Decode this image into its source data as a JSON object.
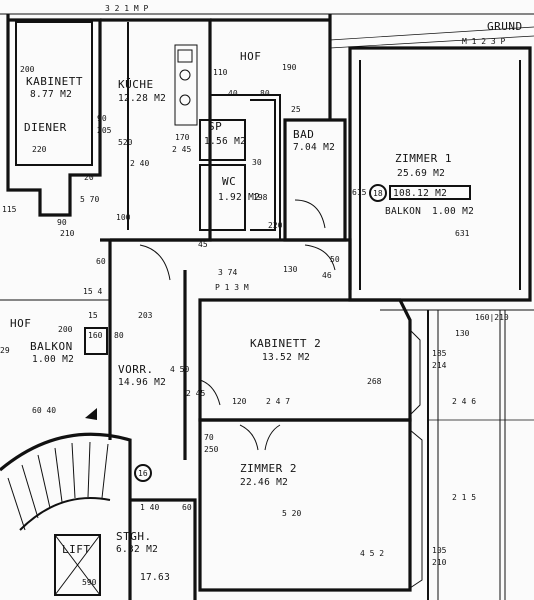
{
  "header": {
    "top_code": "3 2 1 M P",
    "top_right": "GRUND",
    "grund_code": "M 1 2 3 P"
  },
  "rooms": [
    {
      "id": "kabinett1",
      "name": "KABINETT",
      "area": "8.77 M2"
    },
    {
      "id": "diener",
      "name": "DIENER",
      "area": ""
    },
    {
      "id": "kueche",
      "name": "KÜCHE",
      "area": "12.28 M2"
    },
    {
      "id": "hof-top",
      "name": "HOF",
      "area": ""
    },
    {
      "id": "sp",
      "name": "SP",
      "area": "1.56 M2"
    },
    {
      "id": "bad",
      "name": "BAD",
      "area": "7.04 M2"
    },
    {
      "id": "wc",
      "name": "WC",
      "area": "1.92 M2"
    },
    {
      "id": "zimmer1",
      "name": "ZIMMER 1",
      "area": "25.69 M2"
    },
    {
      "id": "balkon1",
      "name": "BALKON",
      "area": "1.00 M2"
    },
    {
      "id": "hof-left",
      "name": "HOF",
      "area": ""
    },
    {
      "id": "balkon2",
      "name": "BALKON",
      "area": "1.00 M2"
    },
    {
      "id": "vorr",
      "name": "VORR.",
      "area": "14.96 M2"
    },
    {
      "id": "kabinett2",
      "name": "KABINETT 2",
      "area": "13.52 M2"
    },
    {
      "id": "zimmer2",
      "name": "ZIMMER 2",
      "area": "22.46 M2"
    },
    {
      "id": "stgh",
      "name": "STGH.",
      "area": "6.32 M2"
    },
    {
      "id": "lift",
      "name": "LIFT",
      "area": ""
    }
  ],
  "markers": {
    "apartment_no": "18",
    "apartment_total": "108.12 M2",
    "apartment_no2": "16",
    "lift_level": "17.63"
  },
  "dimension_labels": {
    "d20a": "200",
    "d20b": "90",
    "d205": "205",
    "d220a": "220",
    "d520": "520",
    "d240": "2 40",
    "d570": "5 70",
    "d20": "20",
    "d245": "2 45",
    "d170": "170",
    "d110": "110",
    "d190": "190",
    "d40": "40",
    "d80": "80",
    "d25": "25",
    "d30a": "30",
    "d198": "198",
    "d220b": "220",
    "d615": "615",
    "d631": "631",
    "d115": "115",
    "d90": "90",
    "d210": "210",
    "d100": "100",
    "d60a": "60",
    "d45": "45",
    "d374": "3 74",
    "d130": "130",
    "d50": "50",
    "d46": "46",
    "pcode": "P 1 3 M",
    "d154": "15 4",
    "d15": "15",
    "d203": "203",
    "d200": "200",
    "d160": "160",
    "d80b": "80",
    "d29": "29",
    "d450": "4 50",
    "d245b": "2 45",
    "d268": "268",
    "d130b": "130",
    "d160210": "160|210",
    "d185": "185",
    "d214": "214",
    "d246": "2 4 6",
    "d120": "120",
    "d247": "2 4 7",
    "d70": "70",
    "d250": "250",
    "d60b": "60",
    "d140": "1 40",
    "d520b": "5 20",
    "d215": "2 1 5",
    "d452": "4 5 2",
    "d105": "105",
    "d2100": "210",
    "d590": "590",
    "d6040": "60 40"
  }
}
